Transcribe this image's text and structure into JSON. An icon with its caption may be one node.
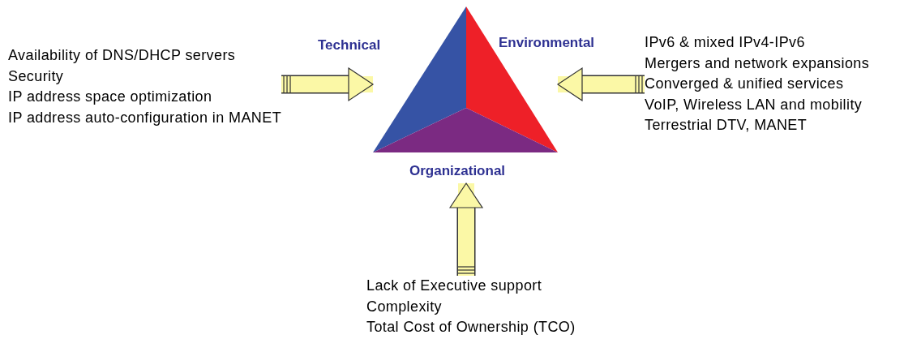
{
  "diagram": {
    "nodes": [
      {
        "text": [
          "Availability of DNS/DHCP servers",
          "Security",
          "IP address space optimization",
          "IP address auto-configuration in MANET"
        ]
      },
      {
        "text": [
          "Technical"
        ]
      },
      {
        "text": [
          "Environmental"
        ]
      },
      {
        "text": [
          "IPv6 & mixed IPv4-IPv6",
          "Mergers and network expansions",
          "Converged & unified services",
          "VoIP, Wireless LAN and mobility",
          "Terrestrial DTV, MANET"
        ]
      },
      {
        "text": [
          "Organizational"
        ]
      },
      {
        "text": [
          "Lack of Executive support",
          "Complexity",
          "Total Cost of Ownership (TCO)"
        ]
      }
    ],
    "edges": [
      {
        "from": 0,
        "to": 1,
        "arrow": "to"
      },
      {
        "from": 3,
        "to": 2,
        "arrow": "to"
      },
      {
        "from": 5,
        "to": 4,
        "arrow": "to"
      }
    ]
  }
}
